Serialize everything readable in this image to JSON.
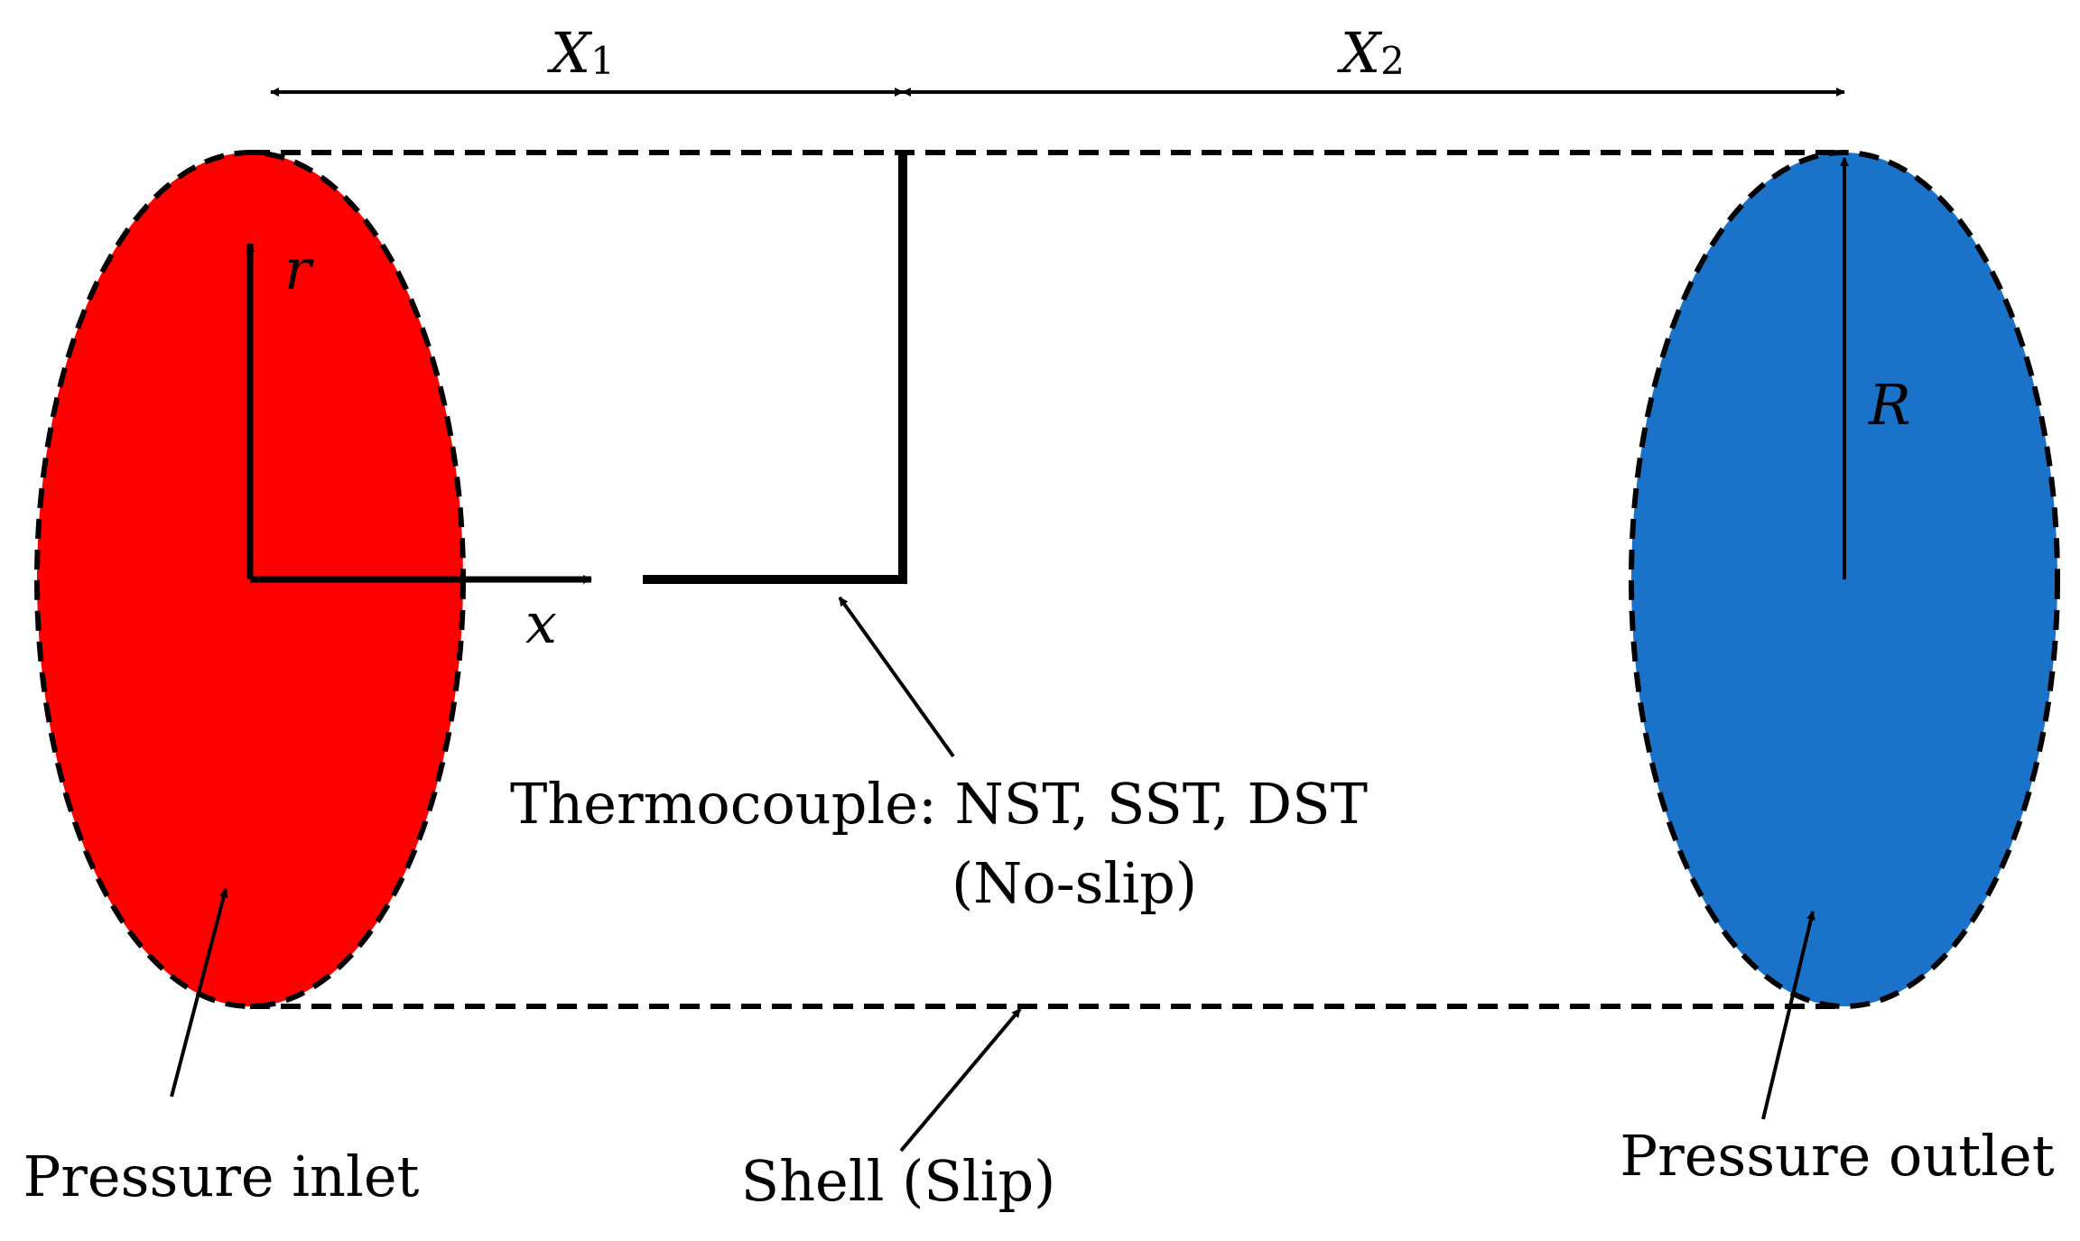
{
  "diagram": {
    "dimensions": {
      "x1_main": "X",
      "x1_sub": "1",
      "x2_main": "X",
      "x2_sub": "2",
      "radius": "R"
    },
    "axes": {
      "r_label": "r",
      "x_label": "x"
    },
    "labels": {
      "thermocouple_line1": "Thermocouple: NST, SST, DST",
      "thermocouple_line2": "(No-slip)",
      "shell": "Shell (Slip)",
      "inlet": "Pressure inlet",
      "outlet": "Pressure outlet"
    },
    "colors": {
      "inlet_fill": "#ff0000",
      "outlet_fill": "#1a73c9",
      "stroke": "#000000"
    }
  }
}
